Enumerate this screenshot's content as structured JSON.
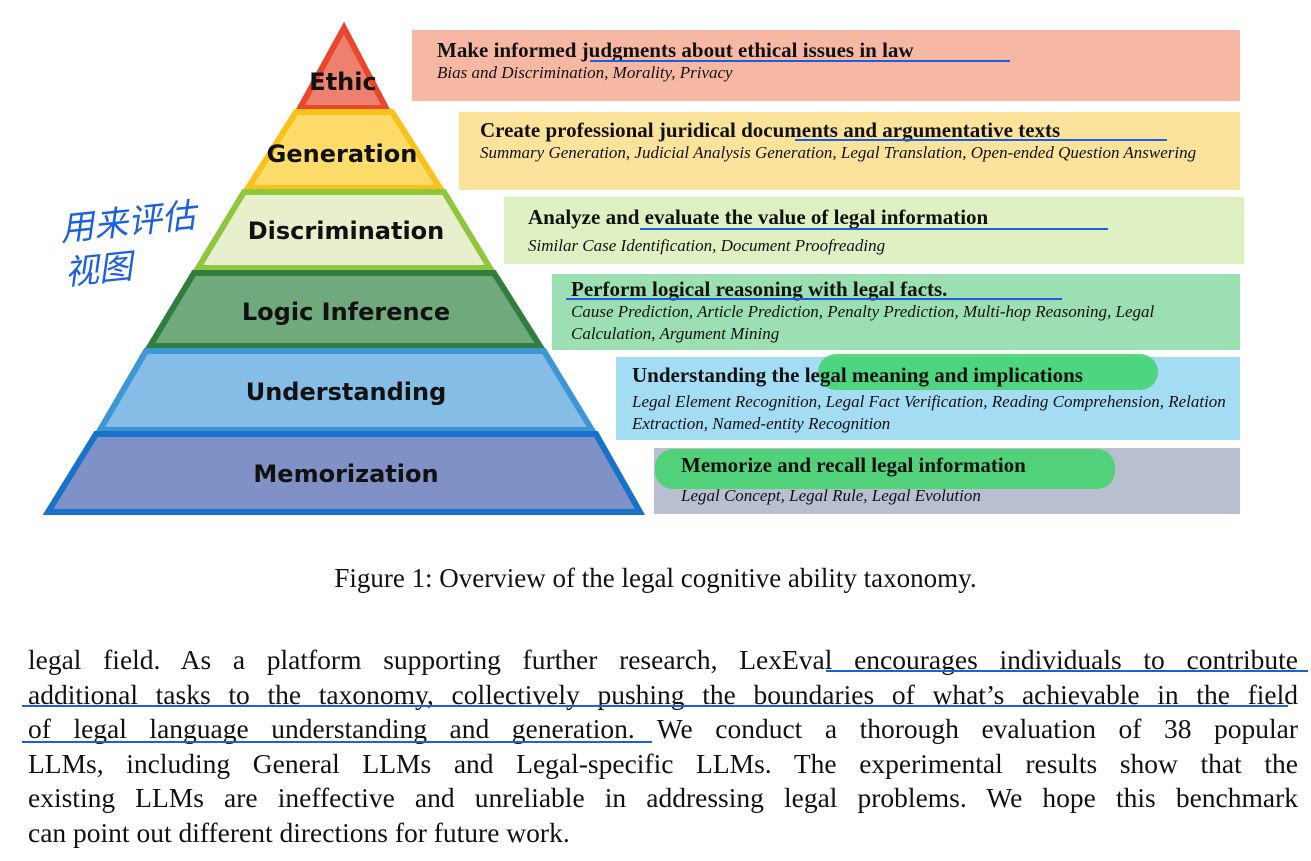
{
  "pyramid": {
    "levels": [
      {
        "label": "Ethic",
        "fill": "#ee8070",
        "stroke": "#e8472e"
      },
      {
        "label": "Generation",
        "fill": "#fddc6a",
        "stroke": "#f9c21a"
      },
      {
        "label": "Discrimination",
        "fill": "#e7efcd",
        "stroke": "#8fc63c"
      },
      {
        "label": "Logic Inference",
        "fill": "#6fa97c",
        "stroke": "#2f7d3f"
      },
      {
        "label": "Understanding",
        "fill": "#85bde6",
        "stroke": "#3d97d6"
      },
      {
        "label": "Memorization",
        "fill": "#7f91c6",
        "stroke": "#1673c9"
      }
    ]
  },
  "tasks": [
    {
      "head": "Make informed judgments about ethical issues in law",
      "sub": "Bias and Discrimination,  Morality,  Privacy",
      "bg": "#f6b8a2"
    },
    {
      "head": "Create professional juridical documents and argumentative texts",
      "sub": "Summary Generation, Judicial Analysis Generation, Legal Translation, Open-ended Question Answering",
      "bg": "#fbe39b"
    },
    {
      "head": "Analyze and evaluate the value of legal information",
      "sub": "Similar Case Identification, Document Proofreading",
      "bg": "#dff0c3"
    },
    {
      "head": "Perform logical reasoning with legal facts.",
      "sub": "Cause Prediction, Article Prediction, Penalty Prediction, Multi-hop Reasoning, Legal Calculation, Argument Mining",
      "bg": "#9bdfb3"
    },
    {
      "head": "Understanding the legal meaning and implications",
      "sub": "Legal Element Recognition, Legal Fact Verification, Reading Comprehension, Relation Extraction, Named-entity Recognition",
      "bg": "#a3dcf3"
    },
    {
      "head": "Memorize and recall legal information",
      "sub": "Legal Concept, Legal Rule, Legal Evolution",
      "bg": "#b7bfd0"
    }
  ],
  "handwriting": {
    "line1": "用来评估",
    "line2": "视图",
    "color": "#1c5fe0"
  },
  "caption": "Figure 1: Overview of the legal cognitive ability taxonomy.",
  "paragraph": {
    "lines": [
      "legal field. As a platform supporting further research, LexEval encourages individuals to contribute",
      "additional tasks to the taxonomy, collectively pushing the boundaries of what’s achievable in the field",
      "of legal language understanding and generation. We conduct a thorough evaluation of 38 popular",
      "LLMs, including General LLMs and Legal-specific LLMs. The experimental results show that the",
      "existing LLMs are ineffective and unreliable in addressing legal problems. We hope this benchmark",
      "can point out different directions for future work."
    ]
  }
}
